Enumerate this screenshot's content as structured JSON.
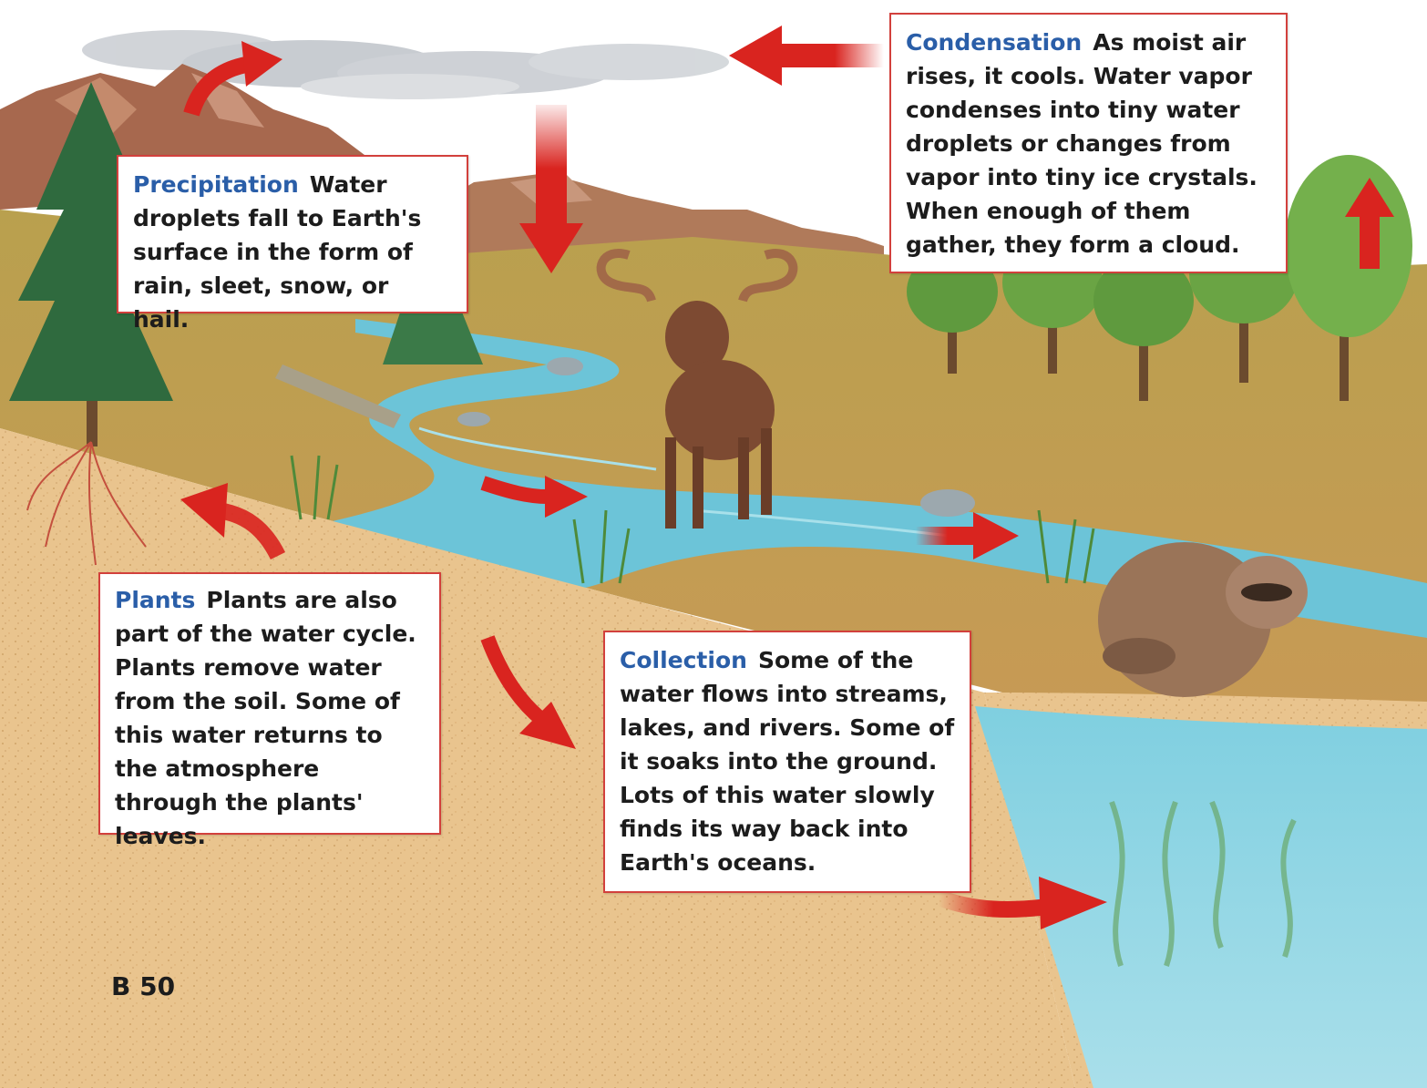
{
  "colors": {
    "sky": "#ffffff",
    "sand": "#e9c48e",
    "grass": "#b59a4a",
    "water": "#6cc4d8",
    "deep_water": "#8fd3e3",
    "mountain": "#a7684e",
    "arrow_red": "#d9241f",
    "callout_border": "#d2403c",
    "term_blue": "#2a5ea8"
  },
  "callouts": {
    "condensation": {
      "term": "Condensation",
      "text": "As moist air rises, it cools. Water vapor condenses into tiny water droplets or changes from vapor into tiny ice crystals. When enough of them gather, they form a cloud."
    },
    "precipitation": {
      "term": "Precipitation",
      "text": "Water droplets fall to Earth's surface in the form of rain, sleet, snow, or hail."
    },
    "plants": {
      "term": "Plants",
      "text": "Plants are also part of the water cycle. Plants remove water from the soil. Some of this water returns to the atmosphere through the plants' leaves."
    },
    "collection": {
      "term": "Collection",
      "text": "Some of the water flows into streams, lakes, and rivers. Some of it soaks into the ground. Lots of this water slowly finds its way back into Earth's oceans."
    }
  },
  "page_number": "B 50",
  "illustration": {
    "animals": [
      "moose",
      "raccoon"
    ],
    "icons": [
      "cloud-icon",
      "mountain-icon",
      "tree-icon",
      "stream-icon",
      "ocean-icon",
      "arrow-icon"
    ]
  }
}
